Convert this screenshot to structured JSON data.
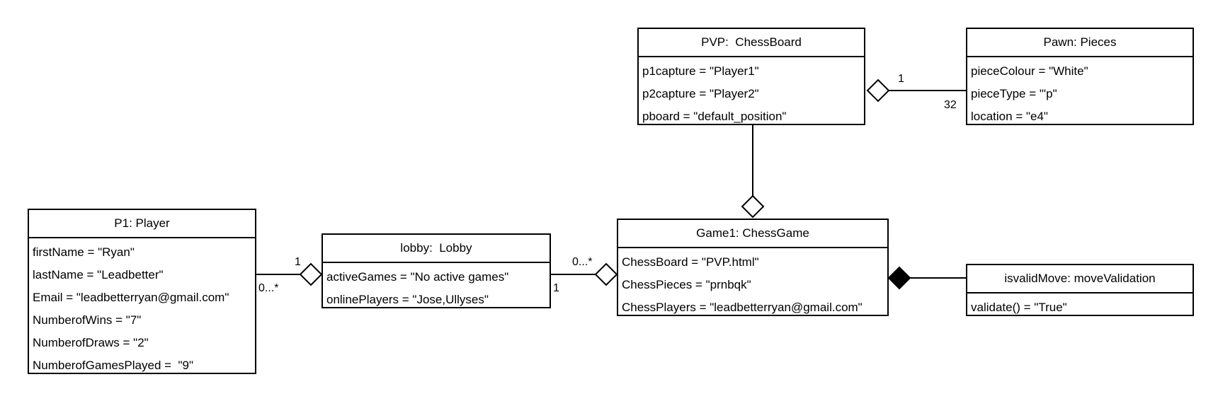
{
  "objects": {
    "player": {
      "title": "P1: Player",
      "attributes": [
        "firstName = \"Ryan\"",
        "lastName = \"Leadbetter\"",
        "Email = \"leadbetterryan@gmail.com\"",
        "NumberofWins = \"7\"",
        "NumberofDraws = \"2\"",
        "NumberofGamesPlayed =  \"9\""
      ]
    },
    "lobby": {
      "title": "lobby:  Lobby",
      "attributes": [
        "activeGames = \"No active games\"",
        "onlinePlayers = \"Jose,Ullyses\""
      ]
    },
    "chessboard": {
      "title": "PVP:  ChessBoard",
      "attributes": [
        "p1capture = \"Player1\"",
        "p2capture = \"Player2\"",
        "pboard = \"default_position\""
      ]
    },
    "pieces": {
      "title": "Pawn: Pieces",
      "attributes": [
        "pieceColour = \"White\"",
        "pieceType = \"'p\"",
        "location = \"e4\""
      ]
    },
    "game": {
      "title": "Game1: ChessGame",
      "attributes": [
        "ChessBoard = \"PVP.html\"",
        "ChessPieces = \"prnbqk\"",
        "ChessPlayers = \"leadbetterryan@gmail.com\""
      ]
    },
    "validation": {
      "title": "isvalidMove: moveValidation",
      "attributes": [
        "validate() = \"True\""
      ]
    }
  },
  "multiplicities": {
    "player_lobby_one": "1",
    "player_lobby_many": "0...*",
    "lobby_game_many": "0...*",
    "lobby_game_one": "1",
    "board_pieces_one": "1",
    "board_pieces_thirtytwo": "32"
  }
}
